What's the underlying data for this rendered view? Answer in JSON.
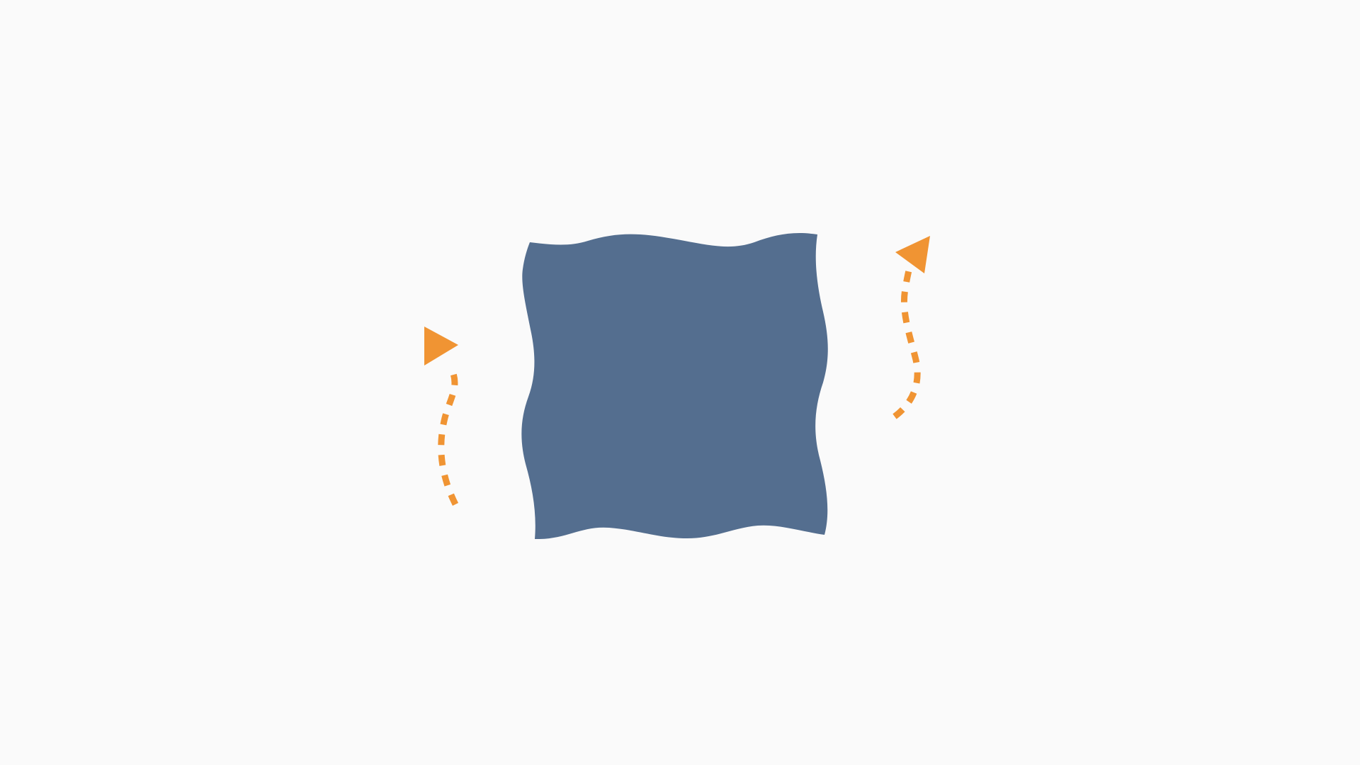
{
  "background_color": "#fafafa",
  "shape": {
    "kind": "wavy-square",
    "fill_color": "#546e8f",
    "icon": "wavy-square"
  },
  "arrows": [
    {
      "id": "left-arrow",
      "color": "#f09433",
      "style": "dashed",
      "direction": "up",
      "icon": "curved-dashed-arrow-icon"
    },
    {
      "id": "right-arrow",
      "color": "#f09433",
      "style": "dashed",
      "direction": "up",
      "icon": "curved-dashed-arrow-icon"
    }
  ]
}
